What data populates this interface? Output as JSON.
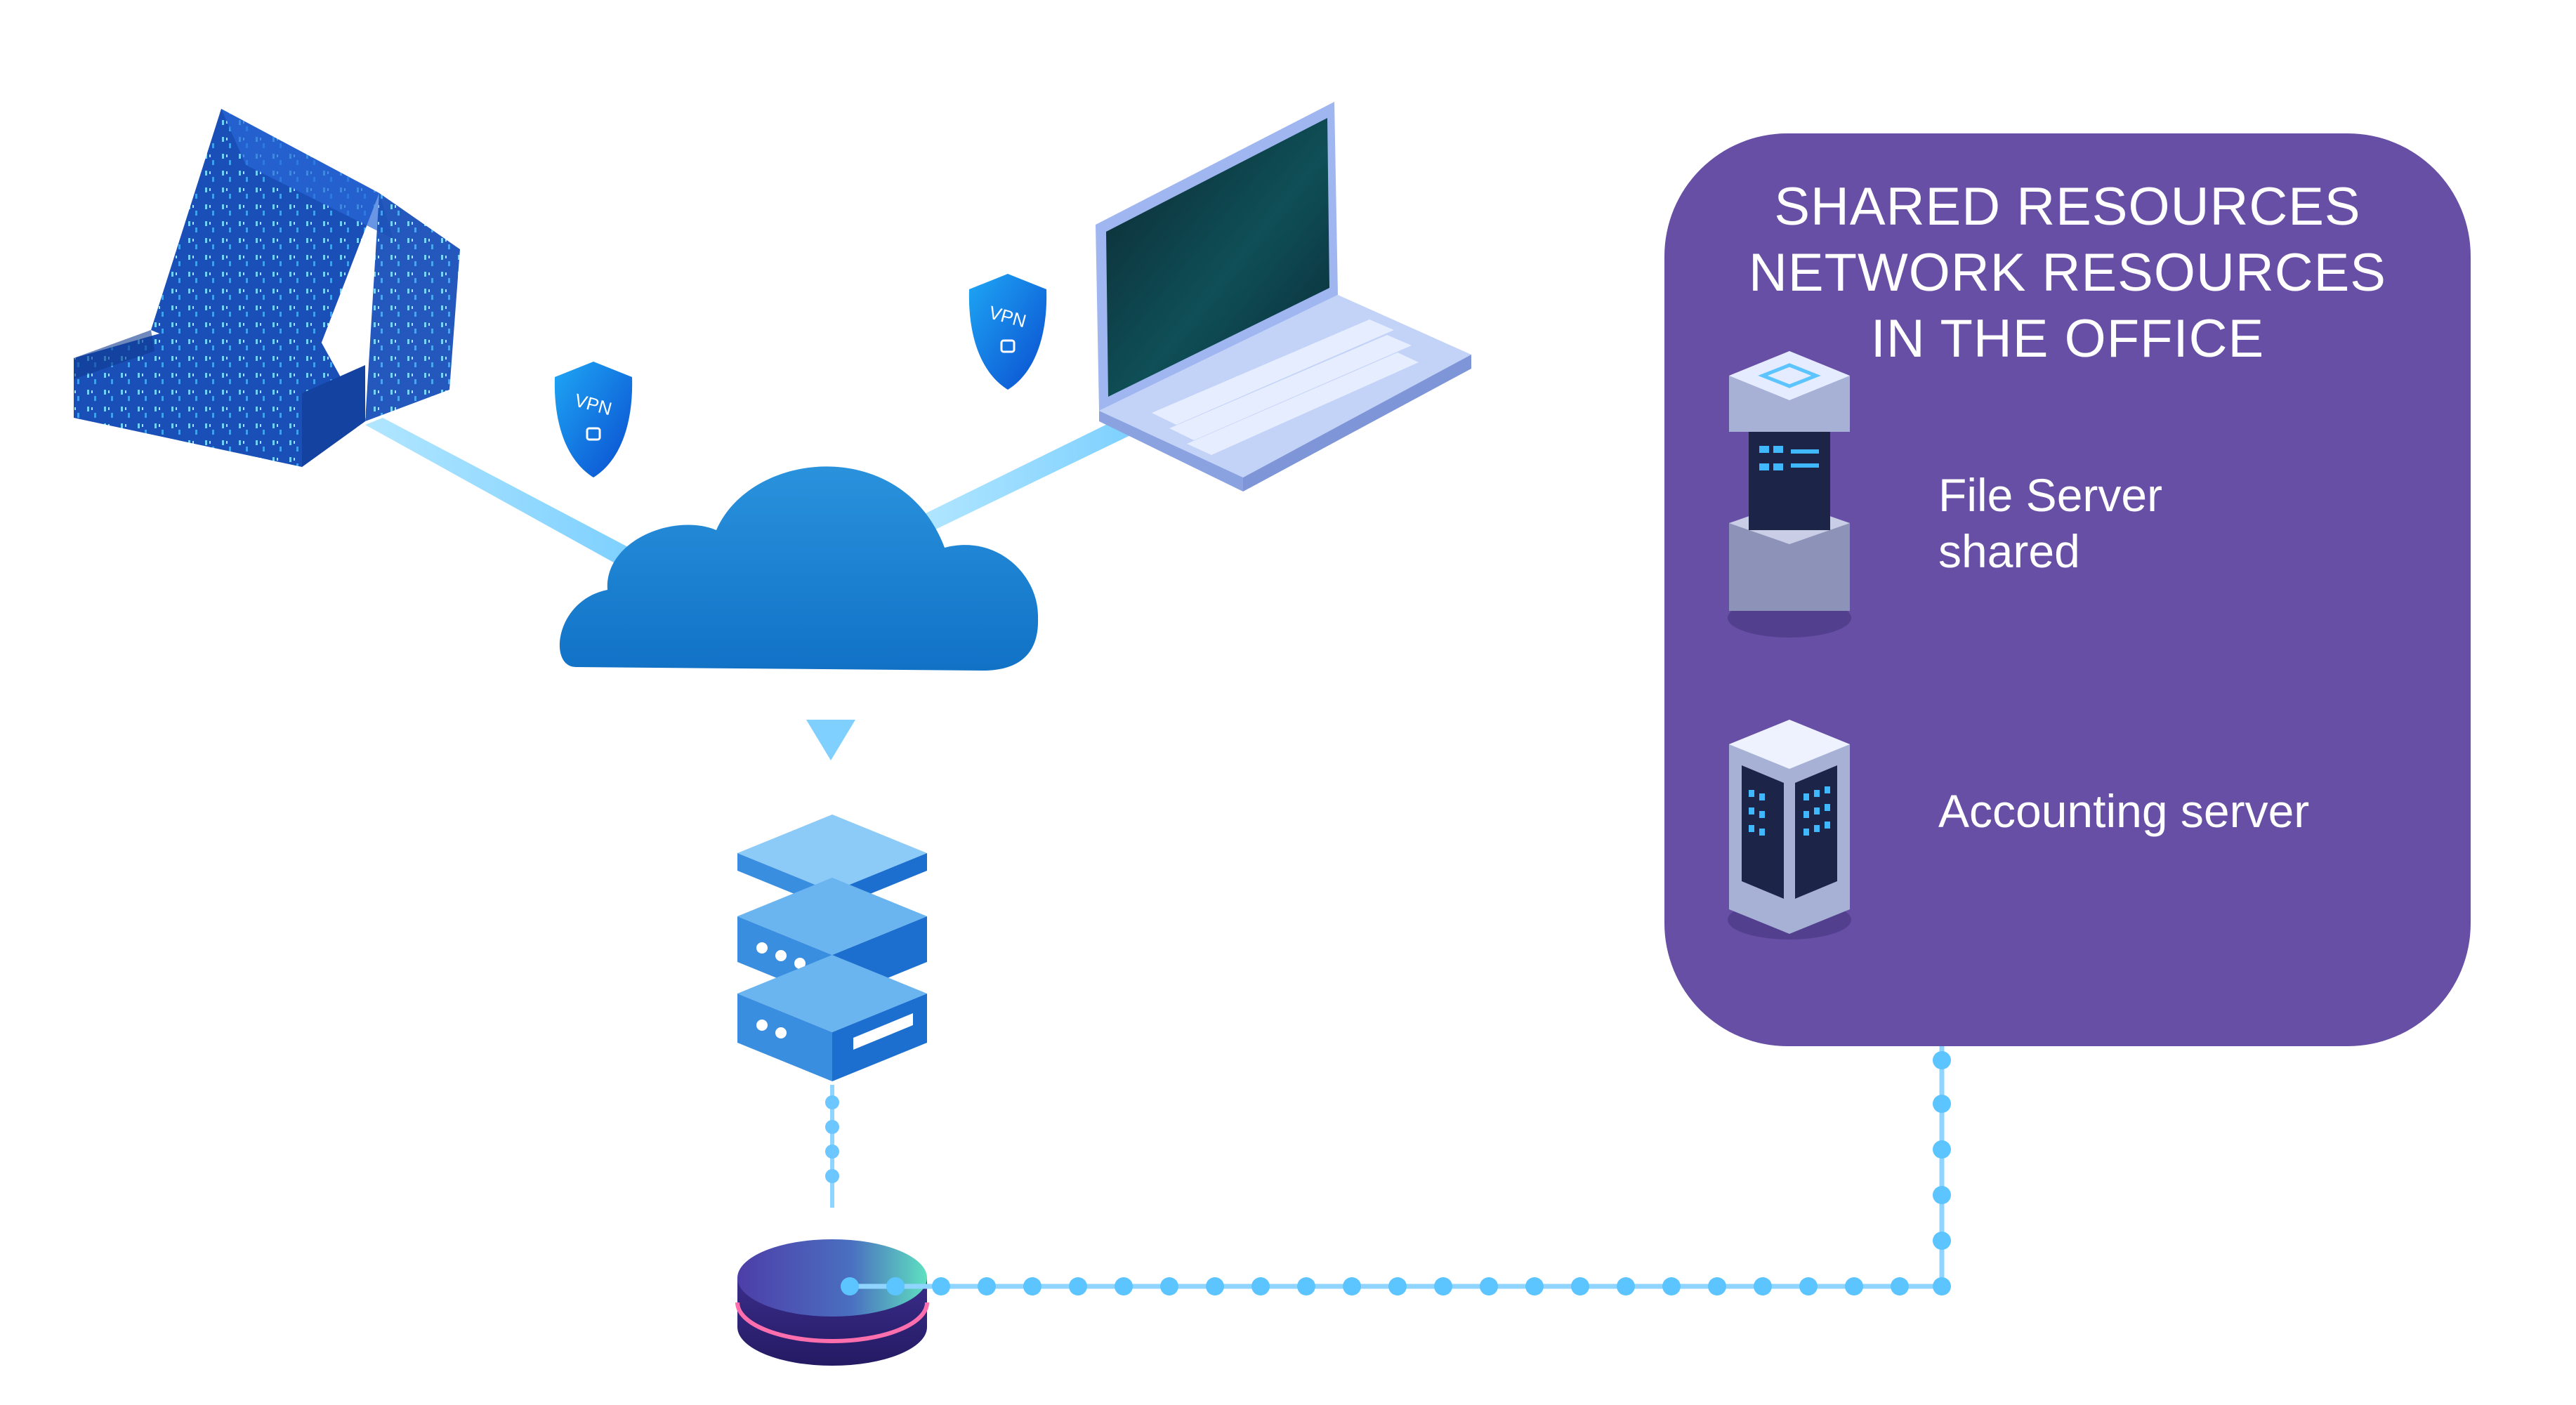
{
  "panel": {
    "title_lines": [
      "SHARED RESOURCES",
      "NETWORK RESOURCES",
      "IN THE OFFICE"
    ],
    "background": "#674fa6",
    "resources": [
      {
        "lines": [
          "File Server",
          "shared"
        ],
        "icon": "file-server-icon"
      },
      {
        "lines": [
          "Accounting server"
        ],
        "icon": "accounting-server-icon"
      }
    ]
  },
  "nodes": {
    "home": {
      "icon": "house-icon"
    },
    "laptop": {
      "icon": "laptop-icon"
    },
    "cloud": {
      "icon": "cloud-icon"
    },
    "server": {
      "icon": "server-icon"
    },
    "router": {
      "icon": "router-icon"
    }
  },
  "vpn_badges": [
    {
      "label": "VPN",
      "icon": "vpn-shield-icon"
    },
    {
      "label": "VPN",
      "icon": "vpn-shield-icon"
    }
  ],
  "colors": {
    "link": "#5cc4ff",
    "accent_blue": "#1e88d8",
    "house": "#1a4fb8",
    "router_top": "#5a4fb0"
  }
}
